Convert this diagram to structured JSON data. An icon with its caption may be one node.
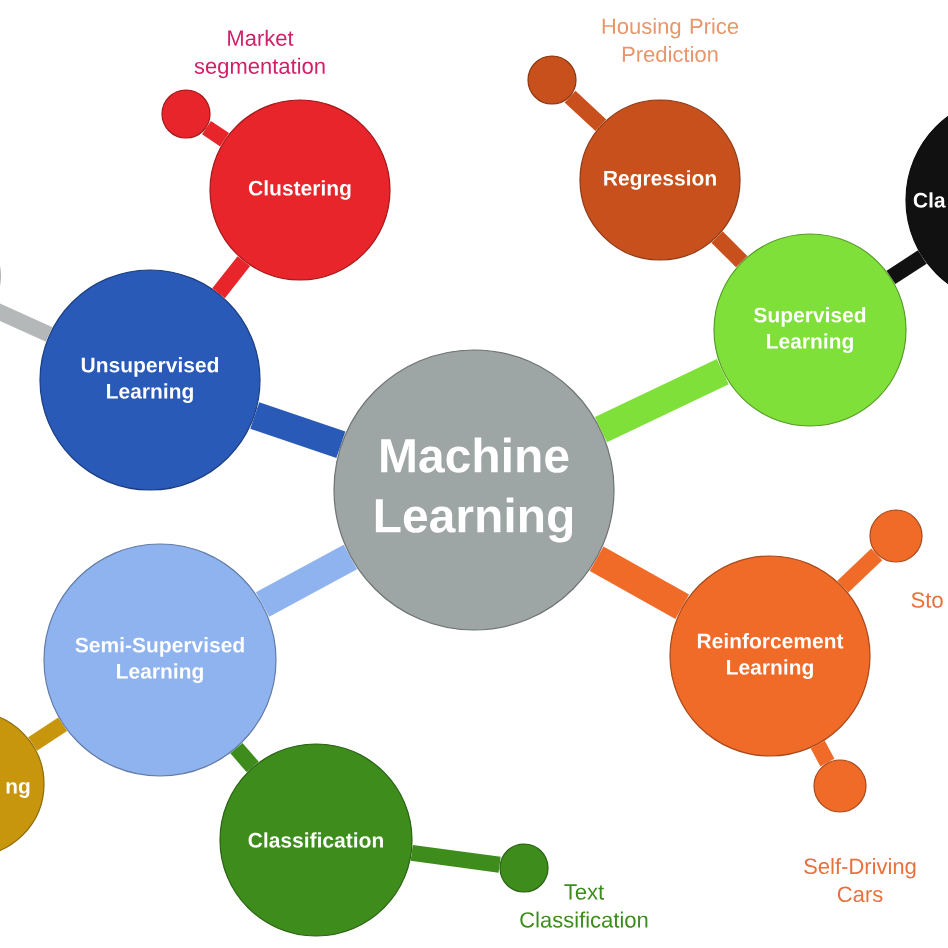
{
  "diagram": {
    "nodes": [
      {
        "text": [
          "Machine Learning"
        ]
      },
      {
        "text": [
          "Unsupervised Learning"
        ]
      },
      {
        "text": [
          "Clustering"
        ]
      },
      {
        "text": [],
        "shape": "circle",
        "beside": [
          "Market segmentation"
        ]
      },
      {
        "text": [],
        "shape": "circle"
      },
      {
        "text": [
          "Supervised Learning"
        ]
      },
      {
        "text": [
          "Regression"
        ]
      },
      {
        "text": [],
        "shape": "circle",
        "beside": [
          "Housing Price Prediction"
        ]
      },
      {
        "text": [
          "Cla"
        ]
      },
      {
        "text": [
          "Reinforcement Learning"
        ]
      },
      {
        "text": [],
        "shape": "circle",
        "beside": [
          "Sto"
        ]
      },
      {
        "text": [],
        "shape": "circle",
        "beside": [
          "Self-Driving Cars"
        ]
      },
      {
        "text": [
          "Semi-Supervised Learning"
        ]
      },
      {
        "text": [
          "ng"
        ]
      },
      {
        "text": [
          "Classification"
        ]
      },
      {
        "text": [],
        "shape": "circle",
        "beside": [
          "Text Classification"
        ]
      }
    ],
    "edges": [
      {
        "from": 0,
        "to": 1,
        "arrow": "none",
        "color": "#2a5ab8"
      },
      {
        "from": 1,
        "to": 2,
        "arrow": "none",
        "color": "#e8252a"
      },
      {
        "from": 2,
        "to": 3,
        "arrow": "none",
        "color": "#e8252a"
      },
      {
        "from": 1,
        "to": 4,
        "arrow": "none",
        "color": "#b4b8b8"
      },
      {
        "from": 0,
        "to": 5,
        "arrow": "none",
        "color": "#7fe03a"
      },
      {
        "from": 5,
        "to": 6,
        "arrow": "none",
        "color": "#c8501c"
      },
      {
        "from": 6,
        "to": 7,
        "arrow": "none",
        "color": "#c8501c"
      },
      {
        "from": 5,
        "to": 8,
        "arrow": "none",
        "color": "#111111"
      },
      {
        "from": 0,
        "to": 9,
        "arrow": "none",
        "color": "#f06a28"
      },
      {
        "from": 9,
        "to": 10,
        "arrow": "none",
        "color": "#f06a28"
      },
      {
        "from": 9,
        "to": 11,
        "arrow": "none",
        "color": "#f06a28"
      },
      {
        "from": 0,
        "to": 12,
        "arrow": "none",
        "color": "#8fb3ef"
      },
      {
        "from": 12,
        "to": 13,
        "arrow": "none",
        "color": "#c8960c"
      },
      {
        "from": 12,
        "to": 14,
        "arrow": "none",
        "color": "#3d8c1c"
      },
      {
        "from": 14,
        "to": 15,
        "arrow": "none",
        "color": "#3d8c1c"
      }
    ]
  }
}
